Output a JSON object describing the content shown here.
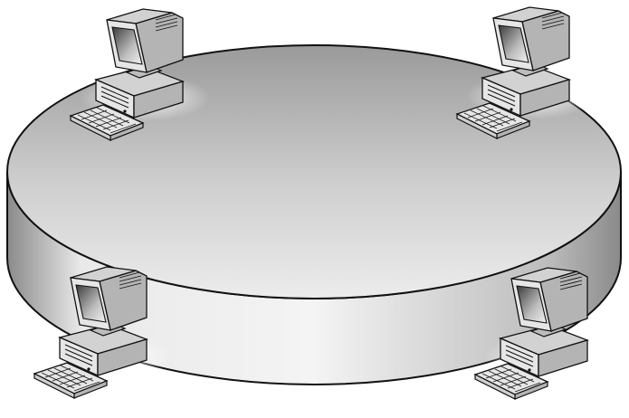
{
  "diagram": {
    "kind": "ring-network",
    "node_count": 4,
    "nodes": [
      {
        "icon": "desktop-computer-icon",
        "parts": [
          "monitor",
          "system-unit",
          "keyboard"
        ]
      },
      {
        "icon": "desktop-computer-icon",
        "parts": [
          "monitor",
          "system-unit",
          "keyboard"
        ]
      },
      {
        "icon": "desktop-computer-icon",
        "parts": [
          "monitor",
          "system-unit",
          "keyboard"
        ]
      },
      {
        "icon": "desktop-computer-icon",
        "parts": [
          "monitor",
          "system-unit",
          "keyboard"
        ]
      }
    ],
    "colors": {
      "background": "#ffffff",
      "outline": "#111111",
      "disk_top_light": "#ececec",
      "disk_top_dark": "#9a9a9a",
      "disk_side_light": "#f4f4f4",
      "disk_side_dark": "#8a8a8a",
      "device_face": "#e6e6e6",
      "device_side": "#b4b4b4",
      "device_top": "#d2d2d2",
      "screen_light": "#f2f2f2",
      "screen_dark": "#3a3a3a"
    }
  }
}
